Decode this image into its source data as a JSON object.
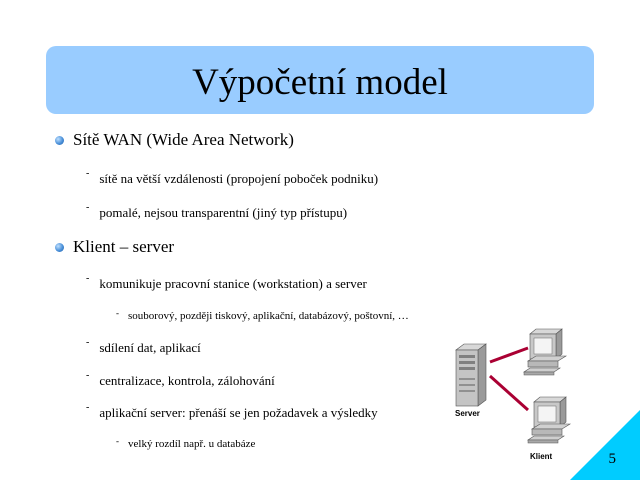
{
  "slide": {
    "title": "Výpočetní model",
    "page_number": "5"
  },
  "bullets": [
    {
      "text": "Sítě WAN (Wide Area Network)",
      "subs": [
        {
          "text": "sítě na větší vzdálenosti (propojení poboček podniku)"
        },
        {
          "text": "pomalé, nejsou transparentní (jiný typ přístupu)"
        }
      ]
    },
    {
      "text": "Klient – server",
      "subs": [
        {
          "text": "komunikuje pracovní stanice (workstation) a server",
          "subs": [
            {
              "text": "souborový, později tiskový, aplikační, databázový, poštovní, …"
            }
          ]
        },
        {
          "text": "sdílení dat, aplikací"
        },
        {
          "text": "centralizace, kontrola, zálohování"
        },
        {
          "text": "aplikační server: přenáší se jen požadavek a výsledky",
          "subs": [
            {
              "text": "velký rozdíl např. u databáze"
            }
          ]
        }
      ]
    }
  ],
  "diagram": {
    "server_label": "Server",
    "client_label": "Klient"
  },
  "colors": {
    "title_bg": "#99ccff",
    "corner": "#00ccff",
    "link": "#aa0033"
  }
}
